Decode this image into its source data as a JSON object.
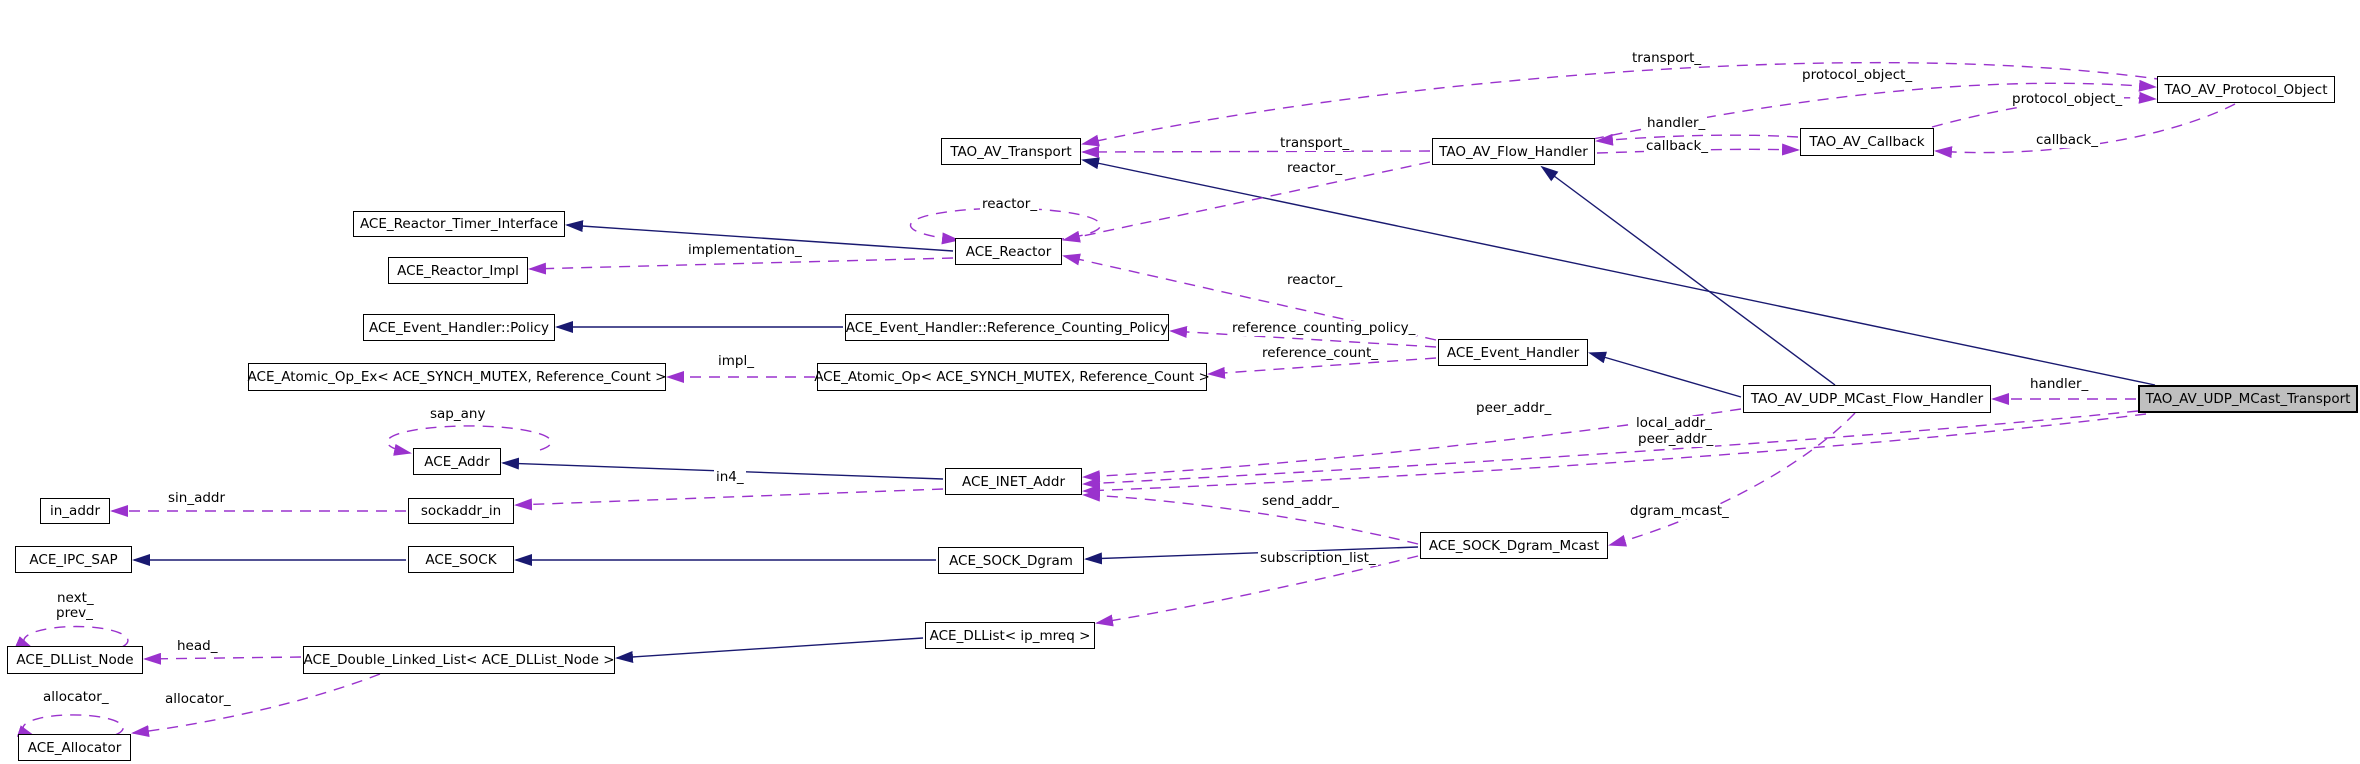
{
  "diagram": {
    "nodes": {
      "tao_av_protocol_object": "TAO_AV_Protocol_Object",
      "tao_av_transport": "TAO_AV_Transport",
      "tao_av_flow_handler": "TAO_AV_Flow_Handler",
      "tao_av_callback": "TAO_AV_Callback",
      "ace_reactor_timer_interface": "ACE_Reactor_Timer_Interface",
      "ace_reactor": "ACE_Reactor",
      "ace_reactor_impl": "ACE_Reactor_Impl",
      "ace_event_handler_policy": "ACE_Event_Handler::Policy",
      "ace_event_handler_reference_counting_policy": "ACE_Event_Handler::Reference_Counting_Policy",
      "ace_event_handler": "ACE_Event_Handler",
      "ace_atomic_op_ex": "ACE_Atomic_Op_Ex< ACE_SYNCH_MUTEX, Reference_Count >",
      "ace_atomic_op": "ACE_Atomic_Op< ACE_SYNCH_MUTEX, Reference_Count >",
      "tao_av_udp_mcast_flow_handler": "TAO_AV_UDP_MCast_Flow_Handler",
      "tao_av_udp_mcast_transport": "TAO_AV_UDP_MCast_Transport",
      "ace_addr": "ACE_Addr",
      "ace_inet_addr": "ACE_INET_Addr",
      "in_addr": "in_addr",
      "sockaddr_in": "sockaddr_in",
      "ace_ipc_sap": "ACE_IPC_SAP",
      "ace_sock": "ACE_SOCK",
      "ace_sock_dgram": "ACE_SOCK_Dgram",
      "ace_sock_dgram_mcast": "ACE_SOCK_Dgram_Mcast",
      "ace_dllist_ip_mreq": "ACE_DLList< ip_mreq >",
      "ace_dllist_node": "ACE_DLList_Node",
      "ace_double_linked_list": "ACE_Double_Linked_List< ACE_DLList_Node >",
      "ace_allocator": "ACE_Allocator"
    },
    "edge_labels": {
      "transport_top": "transport_",
      "transport_mid": "transport_",
      "protocol_object_upper": "protocol_object_",
      "protocol_object_lower": "protocol_object_",
      "callback_right": "callback_",
      "callback_mid": "callback_",
      "handler_top": "handler_",
      "handler_right": "handler_",
      "reactor_flow_handler": "reactor_",
      "reactor_self": "reactor_",
      "reactor_event_handler": "reactor_",
      "implementation": "implementation_",
      "reference_counting_policy": "reference_counting_policy_",
      "reference_count": "reference_count_",
      "impl": "impl_",
      "peer_addr_flow_handler": "peer_addr_",
      "local_addr": "local_addr_",
      "peer_addr_transport": "peer_addr_",
      "sap_any": "sap_any",
      "in4": "in4_",
      "sin_addr": "sin_addr",
      "send_addr": "send_addr_",
      "dgram_mcast": "dgram_mcast_",
      "subscription_list": "subscription_list_",
      "next": "next_",
      "prev": "prev_",
      "head": "head_",
      "allocator_self": "allocator_",
      "allocator_list": "allocator_"
    },
    "colors": {
      "inheritance_edge": "#191970",
      "usage_edge": "#9a32cd",
      "node_fill": "#ffffff",
      "node_border": "#000000",
      "highlighted_node_fill": "#bfbfbf",
      "background": "#ffffff"
    }
  }
}
